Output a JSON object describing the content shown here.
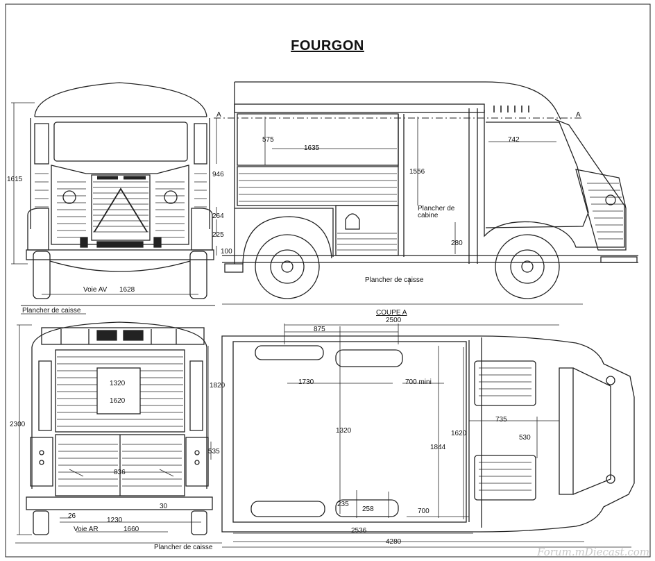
{
  "title": "FOURGON",
  "section_label": "A",
  "section_title": "COUPE A",
  "watermark": "Forum.mDiecast.com",
  "front_view": {
    "height_total": "1615",
    "track_label": "Voie AV",
    "track_value": "1628",
    "floor_label": "Plancher de caisse"
  },
  "side_view": {
    "dims": {
      "d575": "575",
      "d1635": "1635",
      "d1556": "1556",
      "d946": "946",
      "d264": "264",
      "d225": "225",
      "d100": "100",
      "d280": "280",
      "d742": "742"
    },
    "cabin_floor_label_1": "Plancher de",
    "cabin_floor_label_2": "cabine",
    "body_floor_label": "Plancher de caisse"
  },
  "rear_view": {
    "d1320": "1320",
    "d1620": "1620",
    "d1820": "1820",
    "d2300": "2300",
    "d836": "836",
    "d535": "535",
    "d30": "30",
    "d26": "26",
    "d1230": "1230",
    "track_label": "Voie  AR",
    "track_value": "1660",
    "floor_label": "Plancher de caisse"
  },
  "plan_view": {
    "d2500": "2500",
    "d875": "875",
    "d1730": "1730",
    "d700mini": "700 mini",
    "d1320": "1320",
    "d1620": "1620",
    "d1844": "1844",
    "d735": "735",
    "d530": "530",
    "d235": "235",
    "d258": "258",
    "d700": "700",
    "d2536": "2536",
    "d4280": "4280"
  }
}
